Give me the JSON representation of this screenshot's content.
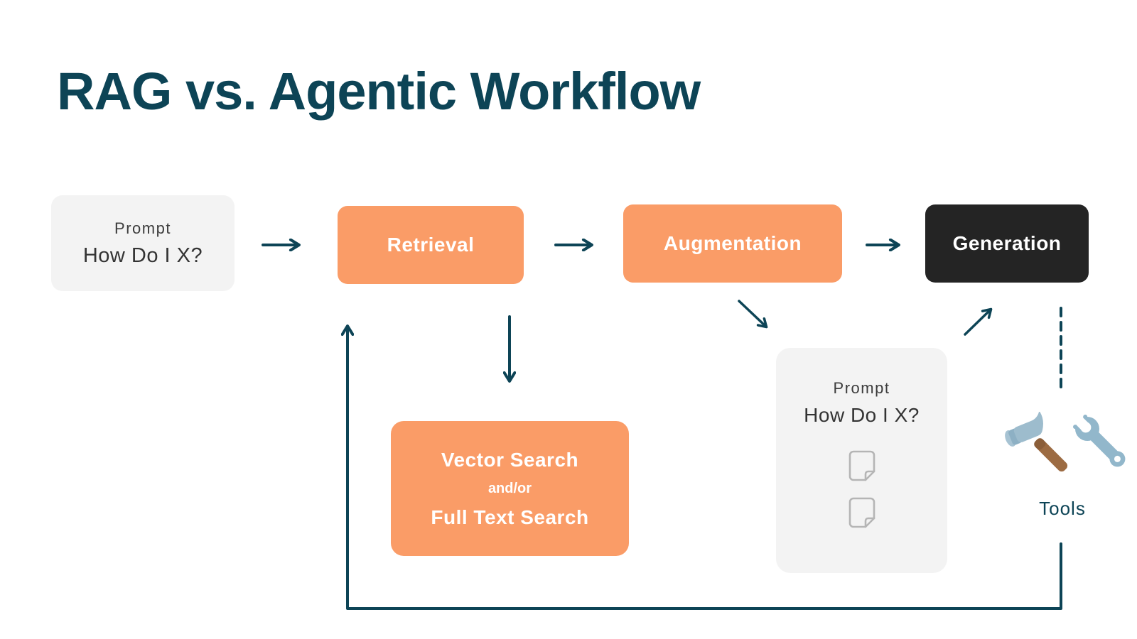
{
  "title": "RAG vs. Agentic Workflow",
  "nodes": {
    "prompt1": {
      "small": "Prompt",
      "large": "How Do I X?"
    },
    "retrieval": {
      "label": "Retrieval"
    },
    "augmentation": {
      "label": "Augmentation"
    },
    "generation": {
      "label": "Generation"
    },
    "search": {
      "line1": "Vector Search",
      "line2": "and/or",
      "line3": "Full Text Search"
    },
    "prompt2": {
      "small": "Prompt",
      "large": "How Do I X?"
    },
    "tools": {
      "label": "Tools"
    }
  },
  "icons": {
    "tools": [
      "hammer-icon",
      "wrench-icon"
    ],
    "prompt_documents": [
      "document-icon",
      "document-icon"
    ]
  },
  "colors": {
    "dark_teal": "#0d4456",
    "accent_orange": "#fa9c67",
    "box_gray": "#f3f3f3",
    "box_black": "#242424",
    "doc_gray": "#b5b5b5"
  }
}
